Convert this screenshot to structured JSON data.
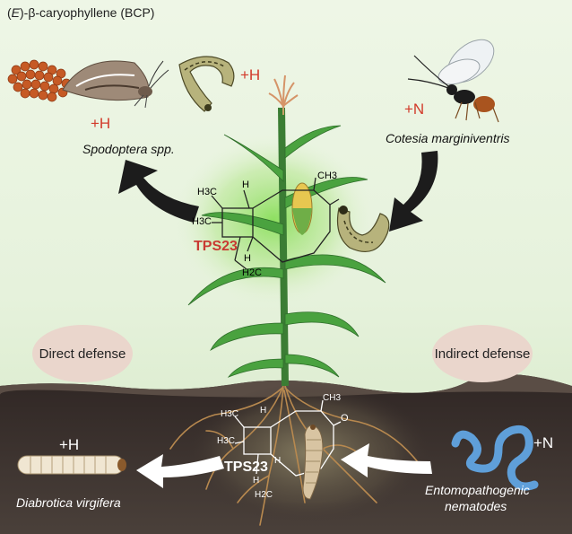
{
  "title": {
    "prefix": "(",
    "e": "E",
    "rest": ")-β-caryophyllene (BCP)"
  },
  "above": {
    "herbivore_label": "Spodoptera spp.",
    "herbivore_moth_h": "+H",
    "herbivore_larva_h": "+H",
    "parasitoid_label": "Cotesia marginiventris",
    "parasitoid_n": "+N",
    "enzyme": "TPS23",
    "molecule_atoms": [
      "H",
      "H3C",
      "H3C",
      "H",
      "CH3",
      "H2C"
    ]
  },
  "defense": {
    "direct": "Direct defense",
    "indirect": "Indirect defense"
  },
  "below": {
    "herbivore_label": "Diabrotica virgifera",
    "herbivore_h": "+H",
    "nematode_label_1": "Entomopathogenic",
    "nematode_label_2": "nematodes",
    "nematode_n": "+N",
    "enzyme": "TPS23",
    "molecule_atoms": [
      "H",
      "H3C",
      "H3C",
      "H",
      "CH3",
      "O",
      "H",
      "H2C"
    ]
  },
  "colors": {
    "sky": "#e6f2dc",
    "soil": "#3e3430",
    "accent_red": "#d23a2a",
    "nematode": "#5f9fd9",
    "leaf": "#3f8f3c"
  }
}
